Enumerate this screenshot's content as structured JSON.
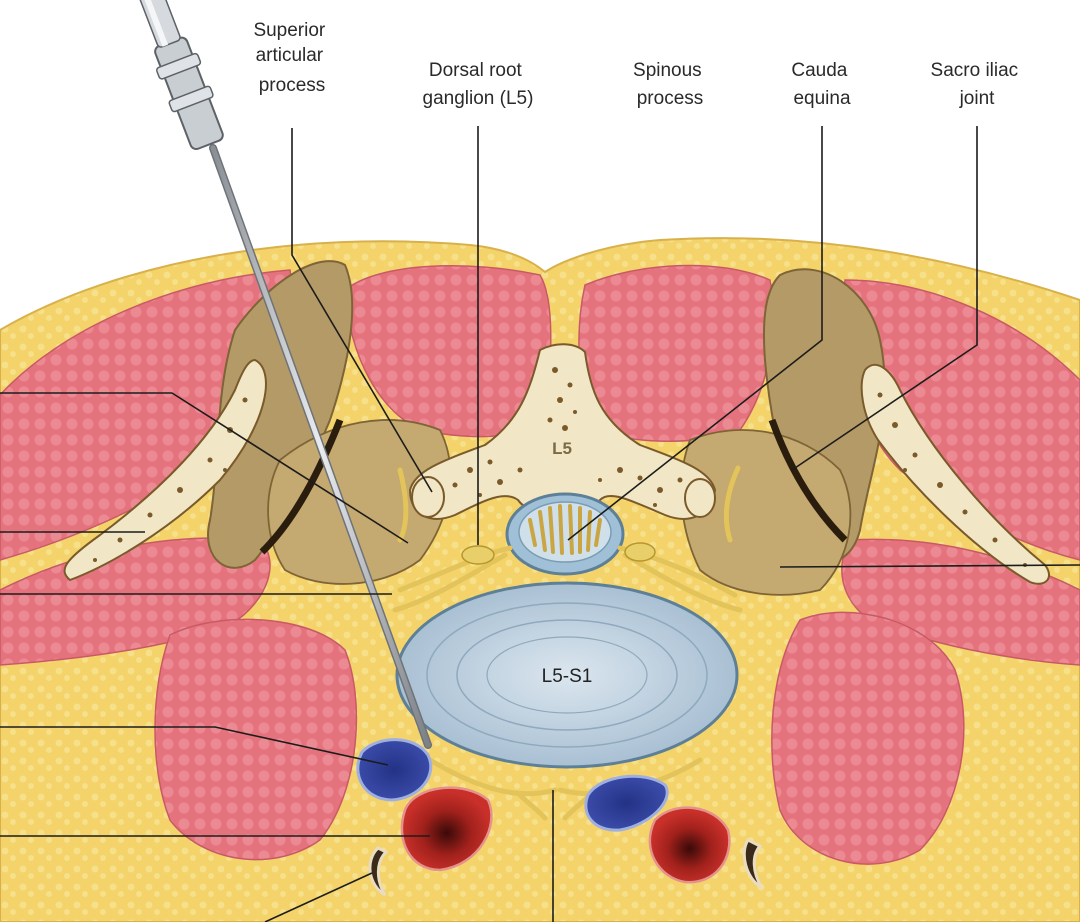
{
  "labels": {
    "superior_articular_process": [
      "Superior",
      "articular",
      "process"
    ],
    "dorsal_root_ganglion": [
      "Dorsal root",
      "ganglion (L5)"
    ],
    "spinous_process": [
      "Spinous",
      "process"
    ],
    "cauda_equina": [
      "Cauda",
      "equina"
    ],
    "sacroiliac_joint": [
      "Sacro iliac",
      "joint"
    ],
    "vertebra": "L5",
    "disc": "L5-S1"
  },
  "colors": {
    "fat": "#f3d36a",
    "fat_dark": "#e8be4a",
    "muscle": "#e5737e",
    "muscle_light": "#ee9aa0",
    "bone": "#f1e6c5",
    "bone_dark": "#7a5a2a",
    "ilium": "#b49a66",
    "disc": "#c9d9e6",
    "disc_ring": "#9fb6c9",
    "vein": "#2f3f9a",
    "artery": "#b3241e",
    "nerve": "#e9cf6a"
  }
}
